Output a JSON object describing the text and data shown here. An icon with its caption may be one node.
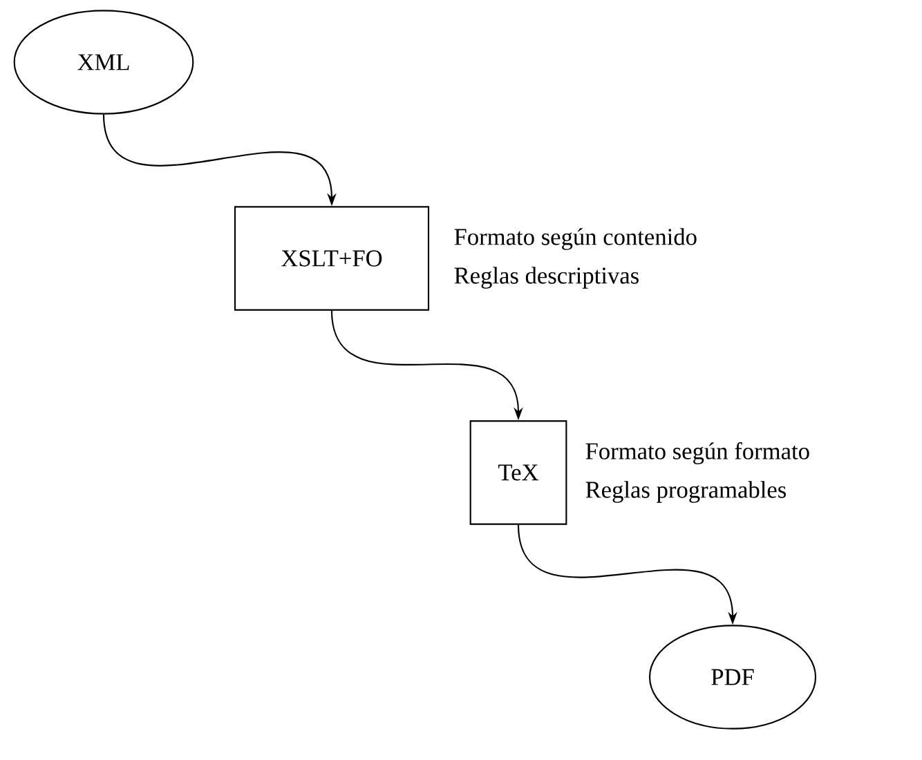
{
  "diagram": {
    "nodes": [
      {
        "text": [
          "XML"
        ]
      },
      {
        "text": [
          "XSLT+FO"
        ],
        "beside": [
          "Formato según contenido",
          "Reglas descriptivas"
        ]
      },
      {
        "text": [
          "TeX"
        ],
        "beside": [
          "Formato según formato",
          "Reglas programables"
        ]
      },
      {
        "text": [
          "PDF"
        ]
      }
    ],
    "edges": [
      {
        "from": 0,
        "to": 1,
        "arrow": "to"
      },
      {
        "from": 1,
        "to": 2,
        "arrow": "to"
      },
      {
        "from": 2,
        "to": 3,
        "arrow": "to"
      }
    ]
  }
}
